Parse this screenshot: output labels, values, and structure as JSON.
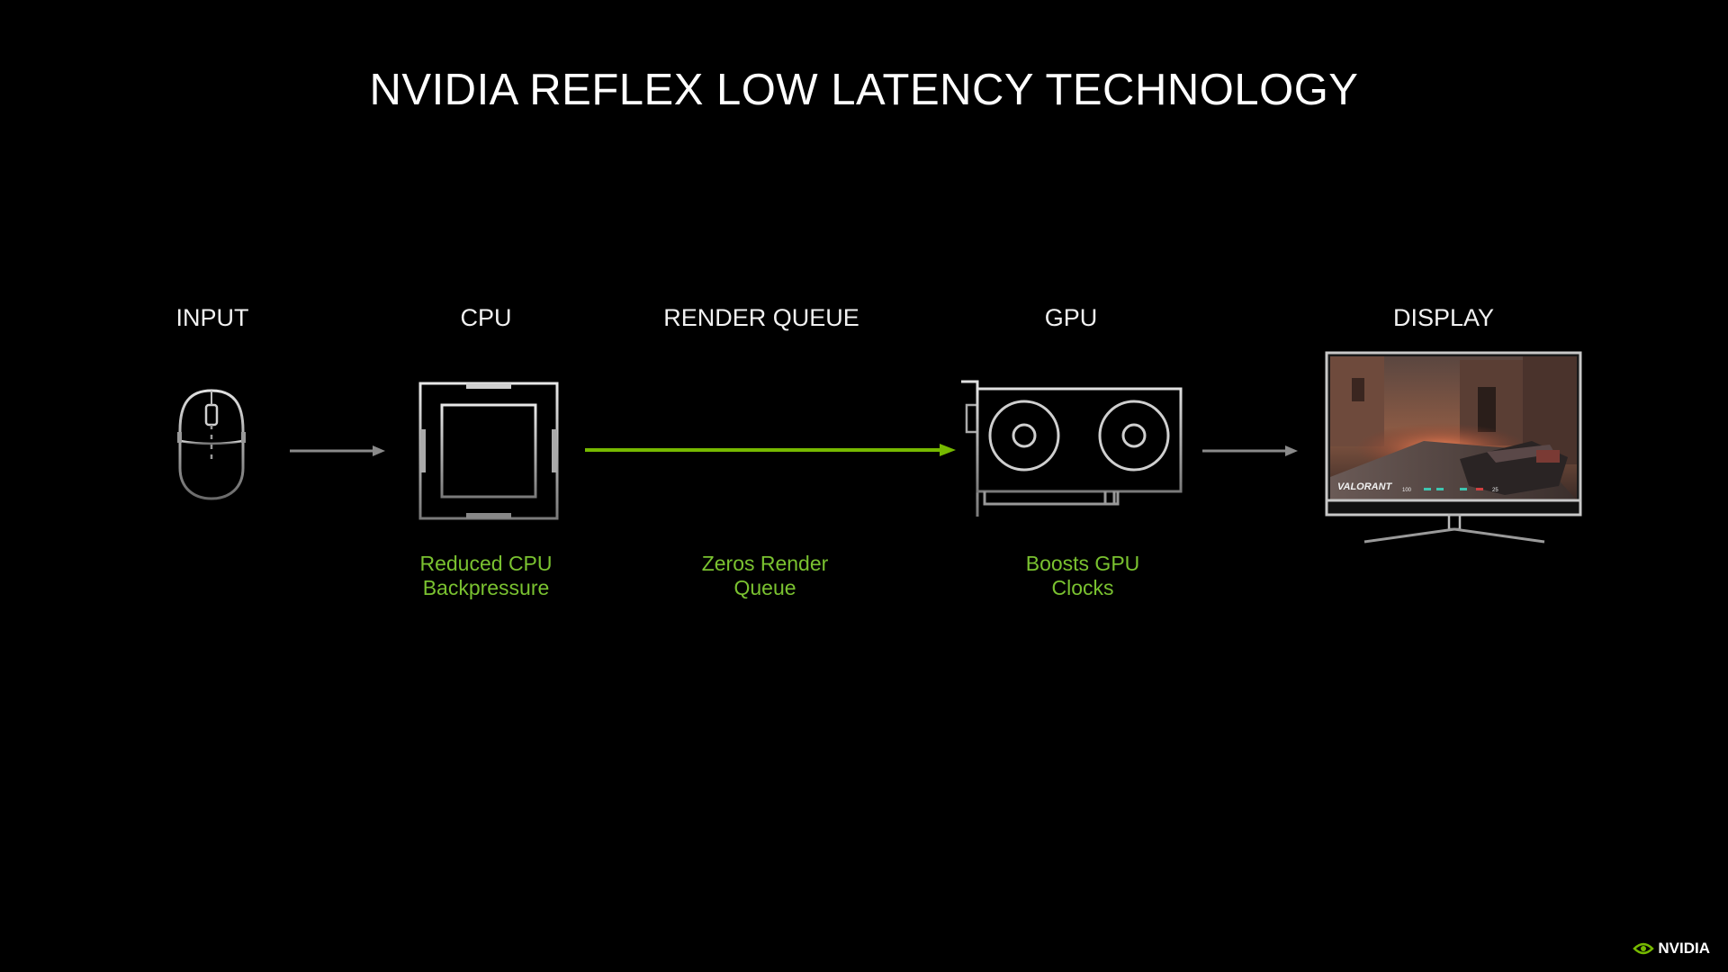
{
  "title": "NVIDIA REFLEX LOW LATENCY TECHNOLOGY",
  "stages": {
    "input": "INPUT",
    "cpu": "CPU",
    "render_queue": "RENDER QUEUE",
    "gpu": "GPU",
    "display": "DISPLAY"
  },
  "notes": {
    "cpu": "Reduced CPU\nBackpressure",
    "render_queue": "Zeros Render\nQueue",
    "gpu": "Boosts GPU\nClocks"
  },
  "screen": {
    "game_logo": "VALORANT",
    "hud_value_1": "100",
    "hud_value_2": "25"
  },
  "footer": {
    "brand": "NVIDIA"
  },
  "colors": {
    "accent_green": "#76b900",
    "note_green": "#7ac230",
    "icon_gray": "#b8b8b8",
    "arrow_gray": "#8a8a8a"
  },
  "icons": [
    "mouse-icon",
    "cpu-chip-icon",
    "gpu-card-icon",
    "monitor-icon",
    "nvidia-logo-icon"
  ]
}
